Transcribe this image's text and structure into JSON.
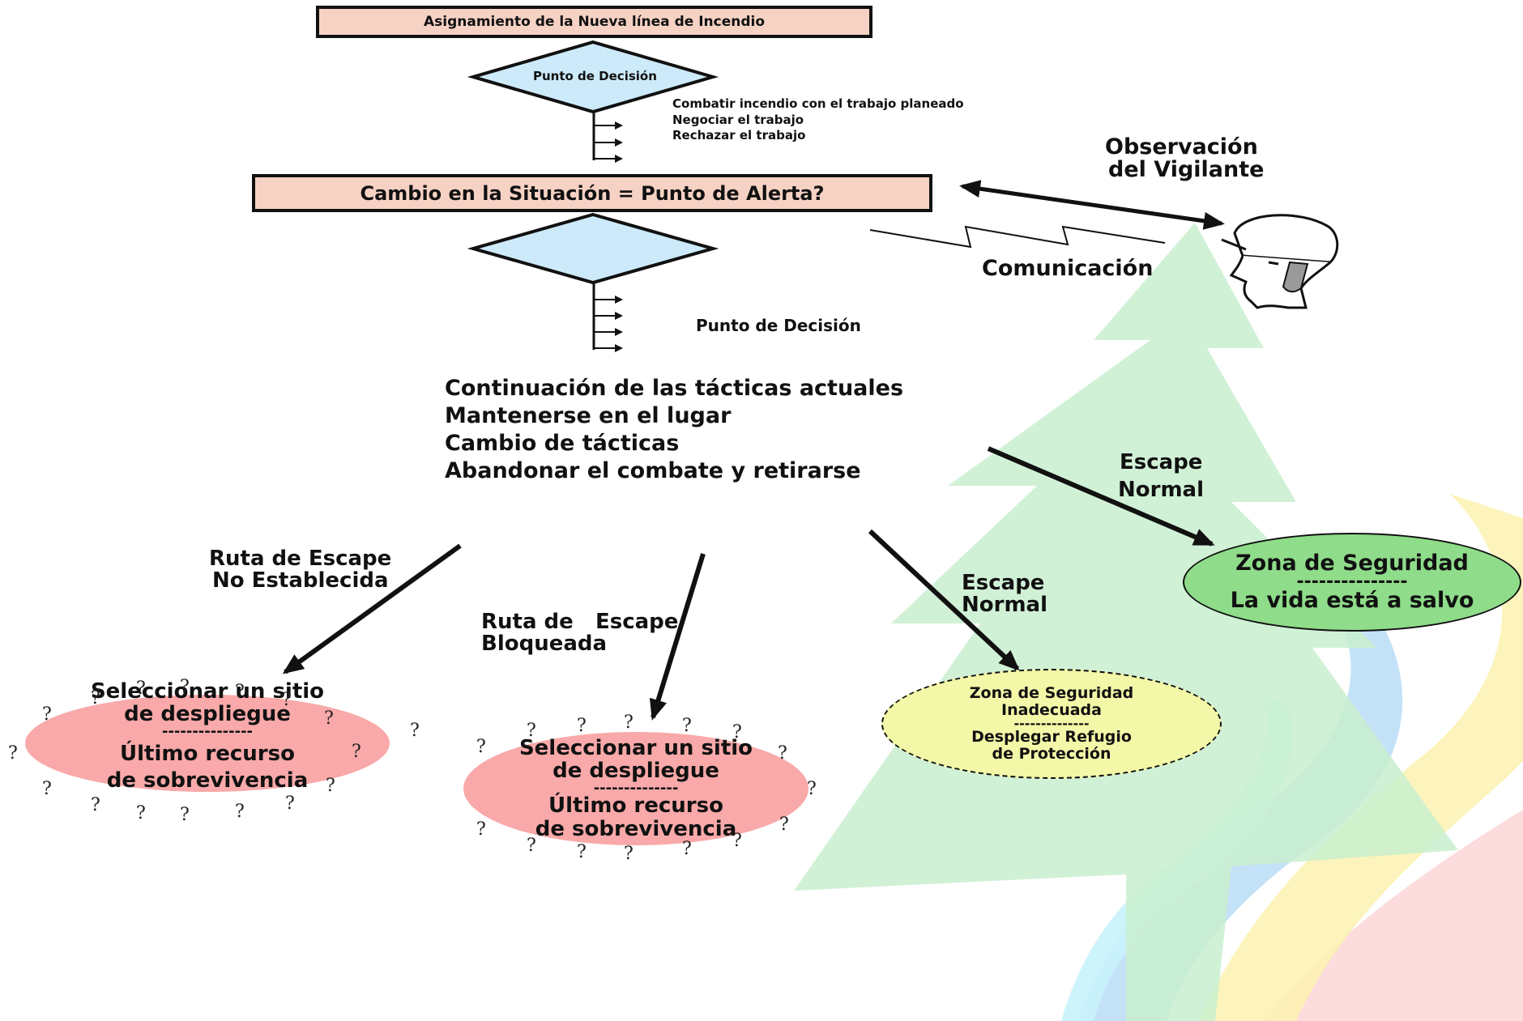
{
  "top_box": "Asignamiento de la Nueva línea de Incendio",
  "decision1": {
    "label": "Punto de Decisión",
    "options": [
      "Combatir  incendio con el trabajo  planeado",
      "Negociar el trabajo",
      "Rechazar el trabajo"
    ]
  },
  "alert_box": "Cambio en la Situación = Punto de Alerta?",
  "decision2": {
    "label": "Punto de Decisión"
  },
  "tactics": [
    "Continuación de las tácticas actuales",
    "Mantenerse en el lugar",
    "Cambio de tácticas",
    "Abandonar el combate y retirarse"
  ],
  "lookout": {
    "title_line1": "Observación",
    "title_line2": "del Vigilante",
    "communication": "Comunicación"
  },
  "escape_labels": {
    "not_established_1": "Ruta de Escape",
    "not_established_2": "No Establecida",
    "blocked_1": "Ruta de   Escape",
    "blocked_2": "Bloqueada",
    "normal_a_1": "Escape",
    "normal_a_2": "Normal",
    "normal_b_1": "Escape",
    "normal_b_2": "Normal"
  },
  "outcomes": {
    "safety_zone": {
      "title": "Zona de Seguridad",
      "sep": "---------------",
      "subtitle": "La vida está a salvo"
    },
    "inadequate_zone": {
      "line1": "Zona de Seguridad",
      "line2": "Inadecuada",
      "sep": "--------------",
      "line3": "Desplegar Refugio",
      "line4": "de Protección"
    },
    "deploy_left": {
      "line1": "Seleccionar un sitio",
      "line2": "de despliegue",
      "sep": "---------------",
      "line3": "Último recurso",
      "line4": "de sobrevivencia"
    },
    "deploy_mid": {
      "line1": "Seleccionar un sitio",
      "line2": "de despliegue",
      "sep": "--------------",
      "line3": "Último recurso",
      "line4": "de sobrevivencia"
    }
  },
  "question_mark": "?",
  "colors": {
    "box_fill": "#f6d2c4",
    "diamond_fill": "#cdeafa",
    "safety_fill": "#8fdc8a",
    "inadequate_fill": "#f3f7a8",
    "deploy_fill": "#f9a9a9",
    "tree_fill": "#c9efcf"
  }
}
